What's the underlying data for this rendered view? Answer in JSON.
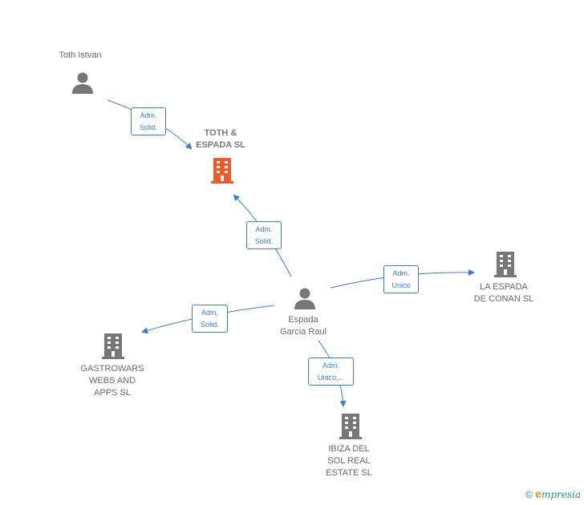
{
  "nodes": {
    "toth_istvan": {
      "label": "Toth Istvan",
      "type": "person"
    },
    "toth_espada": {
      "label": "TOTH &\nESPADA  SL",
      "type": "company-main"
    },
    "espada_garcia": {
      "label": "Espada\nGarcia Raul",
      "type": "person"
    },
    "la_espada": {
      "label": "LA ESPADA\nDE CONAN SL",
      "type": "company"
    },
    "gastrowars": {
      "label": "GASTROWARS\nWEBS AND\nAPPS  SL",
      "type": "company"
    },
    "ibiza": {
      "label": "IBIZA DEL\nSOL REAL\nESTATE  SL",
      "type": "company"
    }
  },
  "edges": {
    "e1": {
      "label": "Adm.\nSolid.",
      "from": "toth_istvan",
      "to": "toth_espada"
    },
    "e2": {
      "label": "Adm.\nSolid.",
      "from": "espada_garcia",
      "to": "toth_espada"
    },
    "e3": {
      "label": "Adm.\nUnico",
      "from": "espada_garcia",
      "to": "la_espada"
    },
    "e4": {
      "label": "Adm.\nSolid.",
      "from": "espada_garcia",
      "to": "gastrowars"
    },
    "e5": {
      "label": "Adm.\nUnico,...",
      "from": "espada_garcia",
      "to": "ibiza"
    }
  },
  "colors": {
    "edge": "#3a7bd5",
    "person_icon": "#777777",
    "company_icon": "#777777",
    "main_company_icon": "#f05a28"
  },
  "footer": {
    "copyright": "©",
    "brand_initial": "e",
    "brand_rest": "mpresia"
  }
}
